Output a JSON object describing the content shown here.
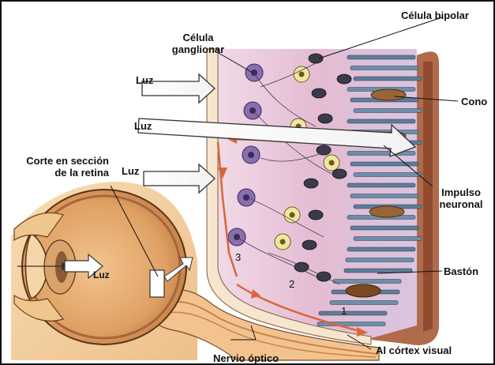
{
  "labels": {
    "celula_bipolar": "Célula bipolar",
    "celula_ganglionar_1": "Célula",
    "celula_ganglionar_2": "ganglionar",
    "luz_1": "Luz",
    "luz_2": "Luz",
    "luz_3": "Luz",
    "luz_eye": "Luz",
    "cono": "Cono",
    "corte_1": "Corte en sección",
    "corte_2": "de la retina",
    "impulso_1": "Impulso",
    "impulso_2": "neuronal",
    "baston": "Bastón",
    "nervio_optico": "Nervio óptico",
    "al_cortex": "Al córtex visual"
  },
  "numbers": {
    "n1": "1",
    "n2": "2",
    "n3": "3"
  },
  "colors": {
    "skin": "#f3cf9e",
    "eyeball": "#e6a96a",
    "retina_tissue": "#e7c2d6",
    "rod_blue": "#6f8ea8",
    "cone_brown": "#8b5a2b",
    "ganglion_purple": "#8a6fae",
    "bipolar_yellow": "#f0e6a0",
    "impulse_orange": "#e07a3c",
    "choroid": "#a05a3a"
  }
}
